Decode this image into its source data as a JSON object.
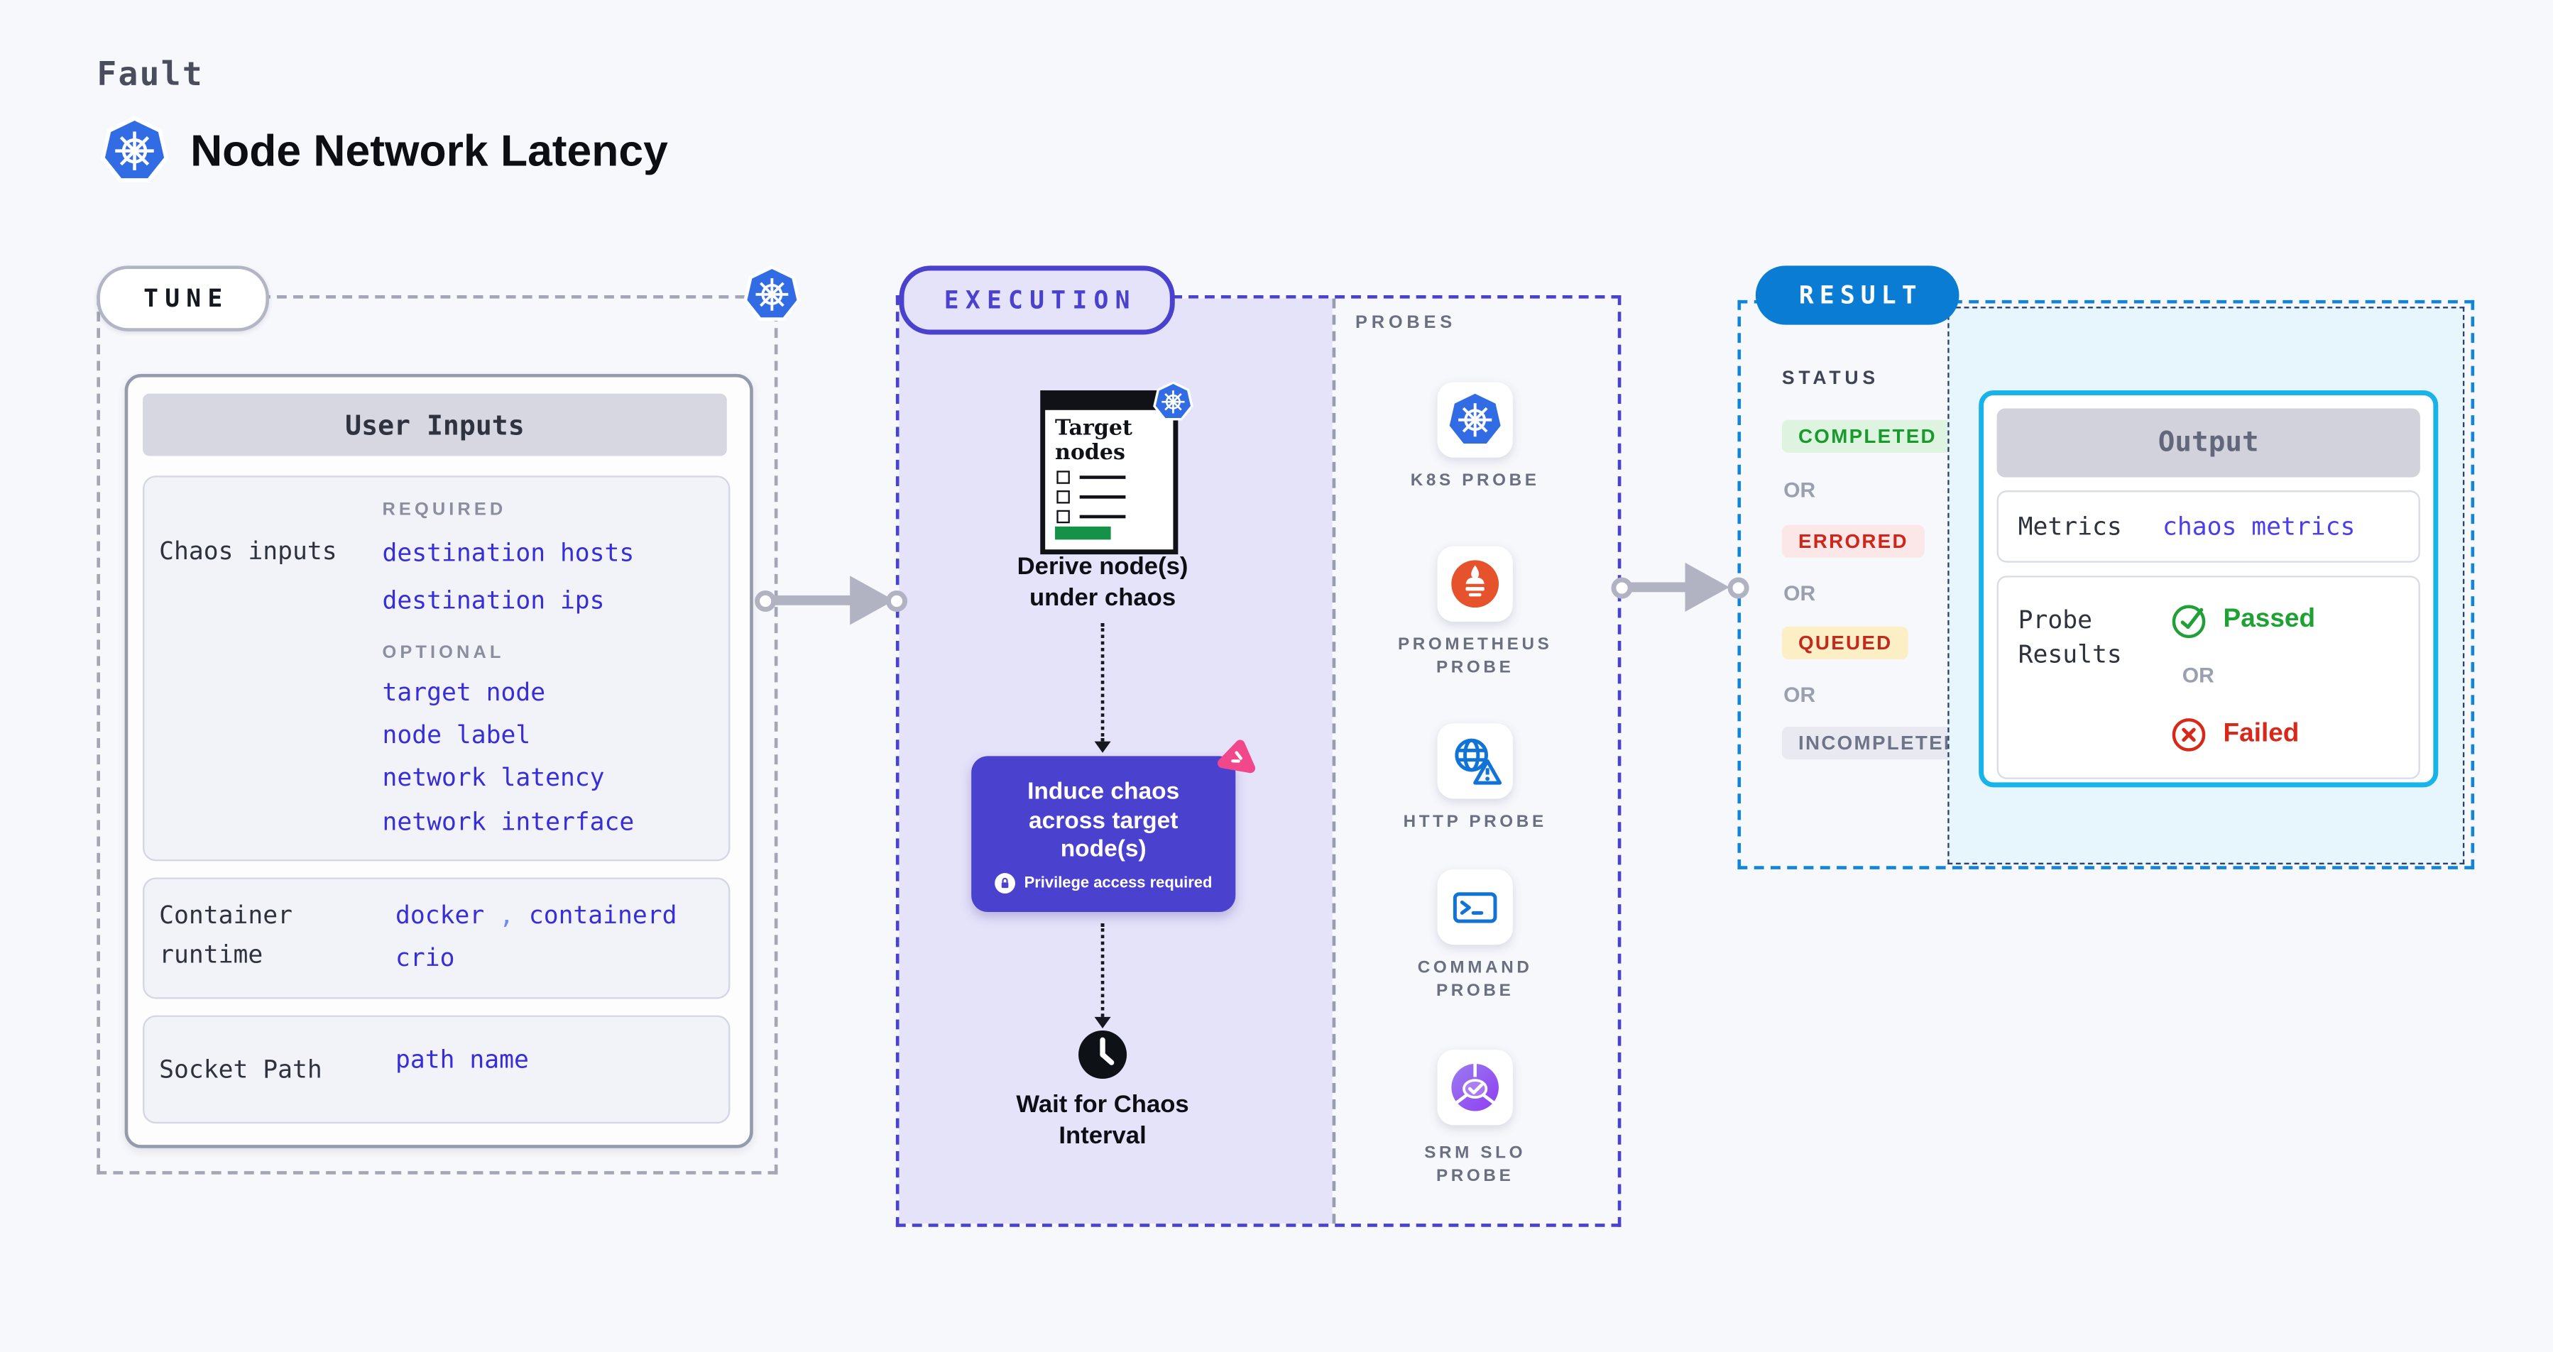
{
  "header": {
    "kicker": "Fault",
    "title": "Node Network Latency"
  },
  "tune": {
    "pill": "TUNE",
    "card_header": "User Inputs",
    "chaos_label": "Chaos inputs",
    "required_heading": "REQUIRED",
    "required_links": [
      "destination hosts",
      "destination ips"
    ],
    "optional_heading": "OPTIONAL",
    "optional_links": [
      "target node",
      "node label",
      "network latency",
      "network interface"
    ],
    "runtime_label": "Container runtime",
    "runtime_values": [
      "docker",
      "containerd",
      "crio"
    ],
    "runtime_separator": ",",
    "socket_label": "Socket Path",
    "socket_value": "path name"
  },
  "execution": {
    "pill": "EXECUTION",
    "target_nodes_title": "Target nodes",
    "derive_caption": "Derive node(s) under chaos",
    "induce_title": "Induce chaos across target node(s)",
    "privilege_note": "Privilege access required",
    "wait_caption": "Wait for Chaos Interval"
  },
  "probes": {
    "heading": "PROBES",
    "items": [
      {
        "label": "K8S PROBE",
        "icon": "kubernetes-icon"
      },
      {
        "label": "PROMETHEUS PROBE",
        "icon": "prometheus-icon"
      },
      {
        "label": "HTTP PROBE",
        "icon": "globe-warning-icon"
      },
      {
        "label": "COMMAND PROBE",
        "icon": "terminal-icon"
      },
      {
        "label": "SRM SLO PROBE",
        "icon": "slo-pie-check-icon"
      }
    ]
  },
  "result": {
    "pill": "RESULT",
    "status_heading": "STATUS",
    "or_label": "OR",
    "statuses": [
      {
        "label": "COMPLETED",
        "fg": "#189a2c",
        "bg": "#def3e0"
      },
      {
        "label": "ERRORED",
        "fg": "#cd261b",
        "bg": "#fbe7e7"
      },
      {
        "label": "QUEUED",
        "fg": "#c22a1d",
        "bg": "#fcefc5"
      },
      {
        "label": "INCOMPLETED",
        "fg": "#6f7589",
        "bg": "#e9eaf1"
      }
    ],
    "output": {
      "header": "Output",
      "metrics_label": "Metrics",
      "metrics_value": "chaos metrics",
      "probe_results_label": "Probe Results",
      "passed_label": "Passed",
      "failed_label": "Failed"
    }
  },
  "colors": {
    "page_bg": "#f7f8fc",
    "indigo_accent": "#4a41ce",
    "lavender_fill": "#e5e3fa",
    "link_blue": "#372ed8",
    "metrics_value_blue": "#4a3fe8",
    "result_pill_blue": "#0a7cd4",
    "result_dash_blue": "#1385d8",
    "output_border_cyan": "#18b3e8",
    "output_area_bg": "#e7f6fd",
    "passed_green": "#1ea233",
    "failed_red": "#d8281a",
    "kubernetes_blue": "#326ce5",
    "prometheus_orange": "#e6522c",
    "litmus_pink": "#f1488c",
    "target_green_bar": "#169148",
    "arrow_gray": "#b1b3c2"
  }
}
